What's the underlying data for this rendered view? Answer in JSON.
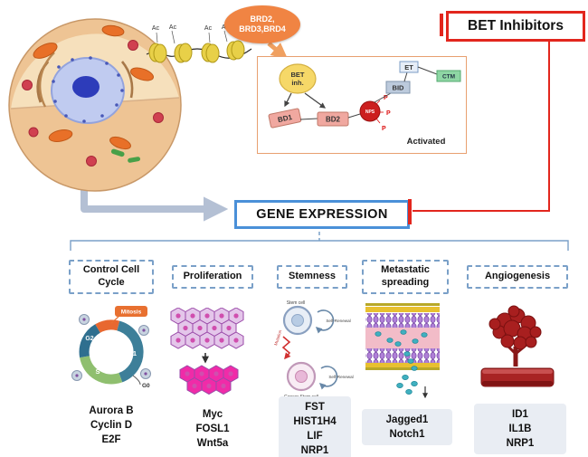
{
  "header": {
    "brd_label": "BRD2,\nBRD3,BRD4",
    "bet_inhibitors_label": "BET Inhibitors"
  },
  "chromatin": {
    "ac": "Ac"
  },
  "mechanism": {
    "bet": "BET",
    "inh": "inh.",
    "bd1": "BD1",
    "bd2": "BD2",
    "nps": "NPS",
    "bid": "BID",
    "et": "ET",
    "ctm": "CTM",
    "p": "P",
    "activated": "Activated"
  },
  "gene_expression_label": "GENE EXPRESSION",
  "cell_cycle": {
    "g1": "G1",
    "s": "S",
    "g2": "G2",
    "g0": "G0",
    "mitosis": "Mitosis"
  },
  "stemness_diagram": {
    "stem_cell": "Stem cell",
    "self_renewal": "Self-Renewal",
    "mutation": "Mutation",
    "cancer_stem_cell": "Cancer Stem cell"
  },
  "categories": [
    {
      "label": "Control Cell\nCycle",
      "genes": "Aurora B\nCyclin D\nE2F"
    },
    {
      "label": "Proliferation",
      "genes": "Myc\nFOSL1\nWnt5a"
    },
    {
      "label": "Stemness",
      "genes": "FST\nHIST1H4\nLIF\nNRP1"
    },
    {
      "label": "Metastatic\nspreading",
      "genes": "Jagged1\nNotch1"
    },
    {
      "label": "Angiogenesis",
      "genes": "ID1\nIL1B\nNRP1"
    }
  ],
  "colors": {
    "inhibitor_red": "#e2261d",
    "expression_blue": "#4a90d8",
    "brd_orange": "#f08443"
  }
}
